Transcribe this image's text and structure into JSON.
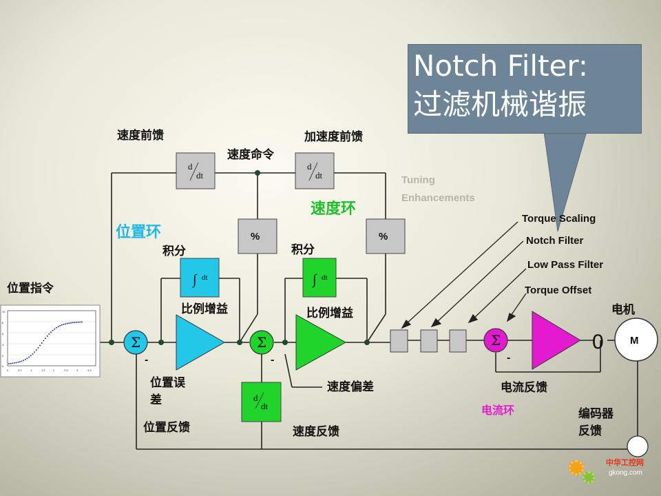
{
  "callout": {
    "line1": "Notch Filter:",
    "line2": "过滤机械谐振"
  },
  "labels": {
    "vel_feedforward": "速度前馈",
    "vel_command": "速度命令",
    "acc_feedforward": "加速度前馈",
    "tuning_line1": "Tuning",
    "tuning_line2": "Enhancements",
    "vel_loop": "速度环",
    "pos_loop": "位置环",
    "integral_1": "积分",
    "integral_2": "积分",
    "pos_command": "位置指令",
    "prop_gain_1": "比例增益",
    "prop_gain_2": "比例增益",
    "pos_error_line1": "位置误",
    "pos_error_line2": "差",
    "vel_error": "速度偏差",
    "current_feedback": "电流反馈",
    "current_loop": "电流环",
    "pos_feedback": "位置反馈",
    "vel_feedback": "速度反馈",
    "encoder_line1": "编码器",
    "encoder_line2": "反馈",
    "motor_label": "电机",
    "motor_symbol": "M",
    "torque_scaling": "Torque  Scaling",
    "notch_filter": "Notch Filter",
    "low_pass_filter": "Low Pass Filter",
    "torque_offset": "Torque  Offset"
  },
  "blocks": {
    "deriv_num": "d",
    "deriv_den": "dt",
    "integral_den": "dt",
    "percent": "%",
    "sigma": "Σ",
    "minus": "-",
    "zero": "0"
  },
  "watermark": {
    "cn": "中华工控网",
    "url": "gkong.com"
  },
  "colors": {
    "position": "#23b7e5",
    "velocity": "#1fd42a",
    "current": "#e21bd0",
    "block_gray": "#c7c7c7",
    "callout": "#6e8597"
  }
}
